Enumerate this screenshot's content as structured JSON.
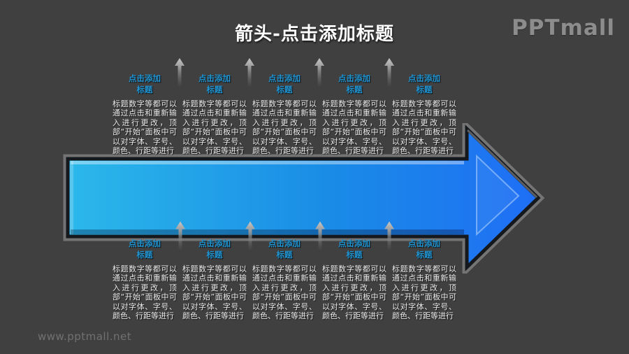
{
  "page": {
    "title": "箭头-点击添加标题",
    "brand": "PPTmall",
    "watermark": "www.pptmall.net"
  },
  "colors": {
    "background": "#404040",
    "heading_blue": "#2095d3",
    "body_text": "#ececec",
    "arrow_cyan": "#2bb8ea",
    "arrow_mid_blue": "#1a8ce6",
    "arrow_blue": "#1f6ef5",
    "arrow_rim_gray": "#747474",
    "arrow_rim_dark": "#15181c",
    "small_arrow_gray": "#b5b5b5"
  },
  "top_blocks": [
    {
      "heading_line1": "点击添加",
      "heading_line2": "标题",
      "body": "标题数字等都可以通过点击和重新输入进行更改，顶部“开始”面板中可以对字体、字号、颜色、行距等进行"
    },
    {
      "heading_line1": "点击添加",
      "heading_line2": "标题",
      "body": "标题数字等都可以通过点击和重新输入进行更改，顶部“开始”面板中可以对字体、字号、颜色、行距等进行"
    },
    {
      "heading_line1": "点击添加",
      "heading_line2": "标题",
      "body": "标题数字等都可以通过点击和重新输入进行更改，顶部“开始”面板中可以对字体、字号、颜色、行距等进行"
    },
    {
      "heading_line1": "点击添加",
      "heading_line2": "标题",
      "body": "标题数字等都可以通过点击和重新输入进行更改，顶部“开始”面板中可以对字体、字号、颜色、行距等进行"
    },
    {
      "heading_line1": "点击添加",
      "heading_line2": "标题",
      "body": "标题数字等都可以通过点击和重新输入进行更改，顶部“开始”面板中可以对字体、字号、颜色、行距等进行"
    }
  ],
  "bottom_blocks": [
    {
      "heading_line1": "点击添加",
      "heading_line2": "标题",
      "body": "标题数字等都可以通过点击和重新输入进行更改，顶部“开始”面板中可以对字体、字号、颜色、行距等进行"
    },
    {
      "heading_line1": "点击添加",
      "heading_line2": "标题",
      "body": "标题数字等都可以通过点击和重新输入进行更改，顶部“开始”面板中可以对字体、字号、颜色、行距等进行"
    },
    {
      "heading_line1": "点击添加",
      "heading_line2": "标题",
      "body": "标题数字等都可以通过点击和重新输入进行更改，顶部“开始”面板中可以对字体、字号、颜色、行距等进行"
    },
    {
      "heading_line1": "点击添加",
      "heading_line2": "标题",
      "body": "标题数字等都可以通过点击和重新输入进行更改，顶部“开始”面板中可以对字体、字号、颜色、行距等进行"
    },
    {
      "heading_line1": "点击添加",
      "heading_line2": "标题",
      "body": "标题数字等都可以通过点击和重新输入进行更改，顶部“开始”面板中可以对字体、字号、颜色、行距等进行"
    }
  ]
}
